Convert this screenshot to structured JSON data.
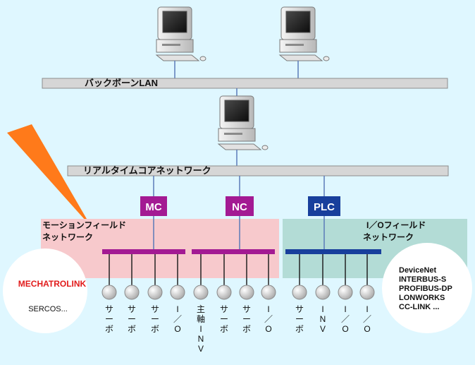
{
  "colors": {
    "background": "#dff7ff",
    "bar": "#d6d6d6",
    "motion_zone": "#f7c9cc",
    "io_zone": "#b3dcd6",
    "controller": "#a31a93",
    "plc": "#183f9c",
    "mechatrolink": "#e11b1b",
    "callout": "#ff7a1a"
  },
  "labels": {
    "backbone_lan": "バックボーンLAN",
    "realtime_core": "リアルタイムコアネットワーク",
    "motion_field_line1": "モーションフィールド",
    "motion_field_line2": "ネットワーク",
    "io_field_line1": "I／Oフィールド",
    "io_field_line2": "ネットワーク"
  },
  "controllers": {
    "mc": "MC",
    "nc": "NC",
    "plc": "PLC"
  },
  "motion_networks": {
    "mechatrolink": "MECHATROLINK",
    "sercos": "SERCOS..."
  },
  "io_networks": [
    "DeviceNet",
    "INTERBUS-S",
    "PROFIBUS-DP",
    "LONWORKS",
    "CC-LINK ..."
  ],
  "devices": [
    {
      "label": "サ|ー|ボ"
    },
    {
      "label": "サ|ー|ボ"
    },
    {
      "label": "サ|ー|ボ"
    },
    {
      "label": "I|／|O"
    },
    {
      "label": "主|軸|I|N|V"
    },
    {
      "label": "サ|ー|ボ"
    },
    {
      "label": "サ|ー|ボ"
    },
    {
      "label": "I|／|O"
    },
    {
      "label": "サ|ー|ボ"
    },
    {
      "label": "I|N|V"
    },
    {
      "label": "I|／|O"
    },
    {
      "label": "I|／|O"
    }
  ]
}
